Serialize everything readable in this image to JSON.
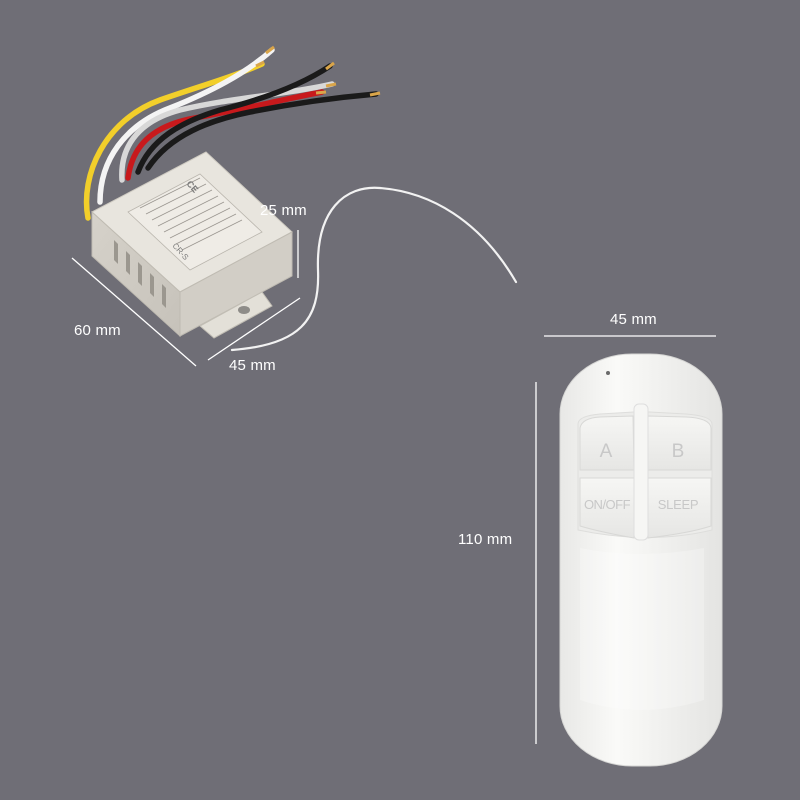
{
  "colors": {
    "background": "#6f6e76",
    "module_body": "#e6e2da",
    "remote_body": "#f4f4f2",
    "dimension_line": "#ffffff",
    "wire_yellow": "#f2cf2a",
    "wire_white": "#f4f4f4",
    "wire_red": "#c8191c",
    "wire_black": "#1a1a1a"
  },
  "receiver_module": {
    "dimensions": {
      "length": "60 mm",
      "width": "45 mm",
      "height": "25 mm"
    },
    "brand_mark": "CE",
    "model_mark": "CR-S"
  },
  "remote": {
    "dimensions": {
      "width": "45 mm",
      "height": "110 mm"
    },
    "buttons": {
      "a": "A",
      "b": "B",
      "on_off": "ON/OFF",
      "sleep": "SLEEP"
    }
  }
}
